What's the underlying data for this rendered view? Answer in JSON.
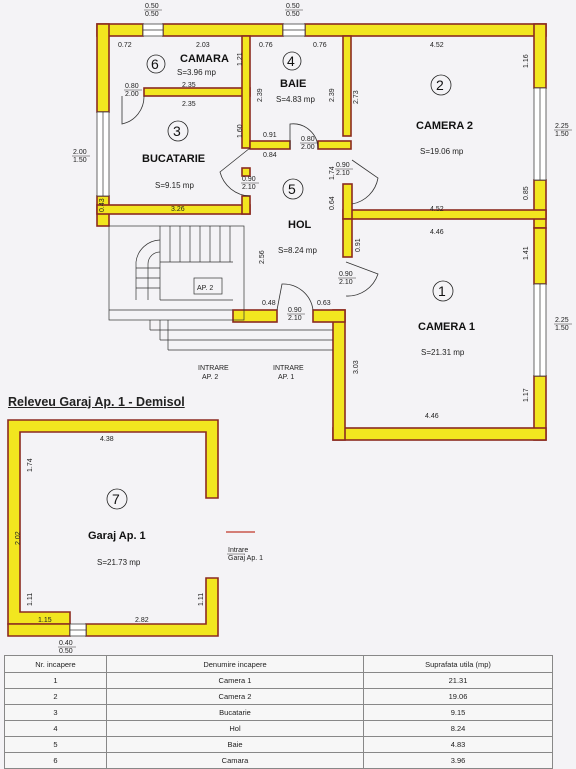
{
  "floor_plan": {
    "rooms": [
      {
        "num": "1",
        "name": "CAMERA 1",
        "area": "S=21.31 mp"
      },
      {
        "num": "2",
        "name": "CAMERA 2",
        "area": "S=19.06 mp"
      },
      {
        "num": "3",
        "name": "BUCATARIE",
        "area": "S=9.15 mp"
      },
      {
        "num": "4",
        "name": "BAIE",
        "area": "S=4.83 mp"
      },
      {
        "num": "5",
        "name": "HOL",
        "area": "S=8.24 mp"
      },
      {
        "num": "6",
        "name": "CAMARA",
        "area": "S=3.96 mp"
      }
    ],
    "stairs_label": "AP. 2",
    "entries": {
      "ap2": "INTRARE\nAP. 2",
      "ap1": "INTRARE\nAP. 1"
    },
    "dims": {
      "win_top1": "0.50\n0.50",
      "win_top2": "0.50\n0.50",
      "win_left": "2.00\n1.50",
      "win_right1": "2.25\n1.50",
      "win_right2": "2.25\n1.50",
      "camara_top_a": "0.72",
      "camara_top_b": "2.03",
      "baie_top_a": "0.76",
      "baie_top_b": "0.76",
      "camera2_top": "4.52",
      "camara_width": "2.35",
      "camara_h": "1.21",
      "door_camara": "0.80\n2.00",
      "bucatarie_top": "2.35",
      "baie_h": "2.39",
      "baie_h2": "2.39",
      "camera2_h": "2.73",
      "bucatarie_h": "1.60",
      "baie_bottom": "0.91",
      "door_baie": "0.80\n2.00",
      "baie_bottom2": "0.84",
      "door_buc": "0.90\n2.10",
      "door_cam2": "0.90\n2.10",
      "camera2_r1": "1.16",
      "camera2_r2": "0.85",
      "camera2_bottom": "4.52",
      "hol_r": "0.64",
      "buc_side": "0.43",
      "buc_bottom": "3.26",
      "camera1_top": "4.46",
      "camera1_l": "0.91",
      "camera1_r1": "1.41",
      "hol_l": "2.56",
      "hol_h": "1.74",
      "door_cam1": "0.90\n2.10",
      "hol_b1": "0.48",
      "hol_b2": "0.63",
      "door_entry": "0.90\n2.10",
      "camera1_h": "3.03",
      "camera1_r2": "1.17",
      "camera1_bottom": "4.46"
    }
  },
  "garage": {
    "section_title": "Releveu Garaj Ap. 1 - Demisol",
    "num": "7",
    "name": "Garaj Ap. 1",
    "area": "S=21.73 mp",
    "entry_label": "Intrare\nGaraj Ap. 1",
    "dims": {
      "top": "4.38",
      "left1": "1.74",
      "left2": "2.02",
      "left3": "1.11",
      "bottom_a": "1.15",
      "bottom_b": "2.82",
      "right": "1.11",
      "door": "0.40\n0.50"
    }
  },
  "summary_table": {
    "headers": [
      "Nr. incapere",
      "Denumire incapere",
      "Suprafata utila (mp)"
    ],
    "rows": [
      [
        "1",
        "Camera 1",
        "21.31"
      ],
      [
        "2",
        "Camera 2",
        "19.06"
      ],
      [
        "3",
        "Bucatarie",
        "9.15"
      ],
      [
        "4",
        "Hol",
        "8.24"
      ],
      [
        "5",
        "Baie",
        "4.83"
      ],
      [
        "6",
        "Camara",
        "3.96"
      ]
    ]
  },
  "colors": {
    "wall_fill": "#f2e61f",
    "wall_stroke": "#8b2a20"
  }
}
